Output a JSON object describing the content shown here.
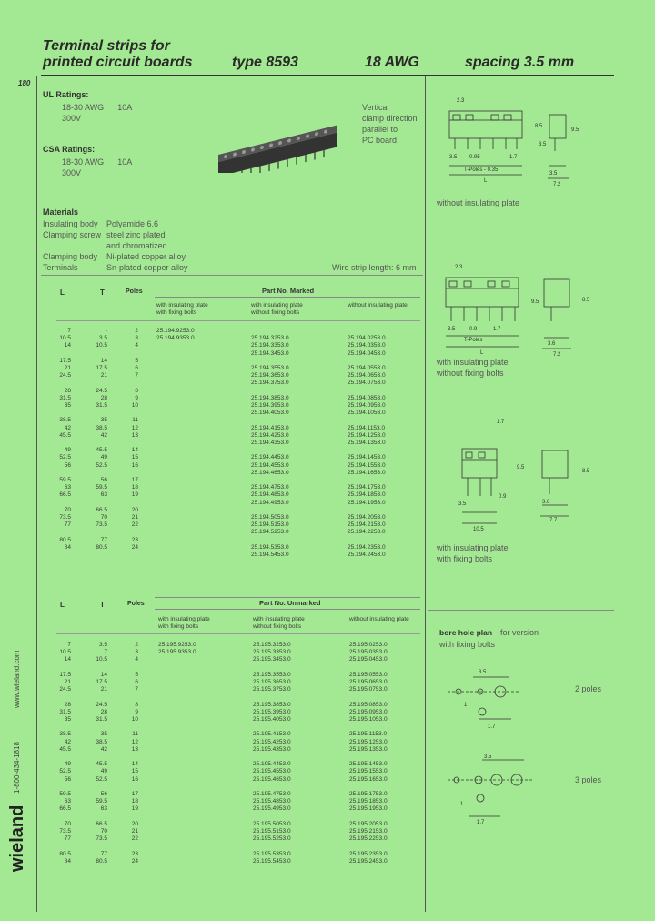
{
  "page_number": "180",
  "title": {
    "line1": "Terminal strips for",
    "line2": "printed circuit boards",
    "type": "type 8593",
    "awg": "18 AWG",
    "spacing": "spacing 3.5 mm"
  },
  "ratings": {
    "ul_heading": "UL Ratings:",
    "ul_line1": "18-30 AWG      10A",
    "ul_line2": "300V",
    "csa_heading": "CSA Ratings:",
    "csa_line1": "18-30 AWG      10A",
    "csa_line2": "300V"
  },
  "clamp_note": {
    "line1": "Vertical",
    "line2": "clamp direction",
    "line3": "parallel to",
    "line4": "PC board"
  },
  "materials": {
    "heading": "Materials",
    "rows": [
      {
        "label": "Insulating body",
        "value": "Polyamide 6.6"
      },
      {
        "label": "Clamping screw",
        "value": "steel zinc plated"
      },
      {
        "label": "",
        "value": "and chromatized"
      },
      {
        "label": "Clamping body",
        "value": "Ni-plated copper alloy"
      },
      {
        "label": "Terminals",
        "value": "Sn-plated copper alloy"
      }
    ],
    "strip_length": "Wire strip length: 6 mm"
  },
  "marked": {
    "col_L": "L",
    "col_T": "T",
    "col_poles": "Poles",
    "part_no_heading": "Part No. Marked",
    "sub1": "with insulating plate\nwith fixing bolts",
    "sub2": "with insulating plate\nwithout fixing bolts",
    "sub3": "without insulating plate",
    "L": "7\n10.5\n14\n\n17.5\n21\n24.5\n\n28\n31.5\n35\n\n38.5\n42\n45.5\n\n49\n52.5\n56\n\n59.5\n63\n66.5\n\n70\n73.5\n77\n\n80.5\n84",
    "T": "-\n3.5\n10.5\n\n14\n17.5\n21\n\n24.5\n28\n31.5\n\n35\n38.5\n42\n\n45.5\n49\n52.5\n\n56\n59.5\n63\n\n66.5\n70\n73.5\n\n77\n80.5",
    "P": "2\n3\n4\n\n5\n6\n7\n\n8\n9\n10\n\n11\n12\n13\n\n14\n15\n16\n\n17\n18\n19\n\n20\n21\n22\n\n23\n24",
    "A": "25.194.9253.0\n25.194.9353.0",
    "B": "\n25.194.3253.0\n25.194.3353.0\n25.194.3453.0\n\n25.194.3553.0\n25.194.3653.0\n25.194.3753.0\n\n25.194.3853.0\n25.194.3953.0\n25.194.4053.0\n\n25.194.4153.0\n25.194.4253.0\n25.194.4353.0\n\n25.194.4453.0\n25.194.4553.0\n25.194.4653.0\n\n25.194.4753.0\n25.194.4853.0\n25.194.4953.0\n\n25.194.5053.0\n25.194.5153.0\n25.194.5253.0\n\n25.194.5353.0\n25.194.5453.0",
    "C": "\n25.194.0253.0\n25.194.0353.0\n25.194.0453.0\n\n25.194.0553.0\n25.194.0653.0\n25.194.0753.0\n\n25.194.0853.0\n25.194.0953.0\n25.194.1053.0\n\n25.194.1153.0\n25.194.1253.0\n25.194.1353.0\n\n25.194.1453.0\n25.194.1553.0\n25.194.1653.0\n\n25.194.1753.0\n25.194.1853.0\n25.194.1953.0\n\n25.194.2053.0\n25.194.2153.0\n25.194.2253.0\n\n25.194.2353.0\n25.194.2453.0"
  },
  "unmarked": {
    "col_L": "L",
    "col_T": "T",
    "col_poles": "Poles",
    "part_no_heading": "Part No. Unmarked",
    "sub1": "with insulating plate\nwith fixing bolts",
    "sub2": "with insulating plate\nwithout fixing bolts",
    "sub3": "without insulating plate",
    "L": "7\n10.5\n14\n\n17.5\n21\n24.5\n\n28\n31.5\n35\n\n38.5\n42\n45.5\n\n49\n52.5\n56\n\n59.5\n63\n66.5\n\n70\n73.5\n77\n\n80.5\n84",
    "T": "3.5\n7\n10.5\n\n14\n17.5\n21\n\n24.5\n28\n31.5\n\n35\n38.5\n42\n\n45.5\n49\n52.5\n\n56\n59.5\n63\n\n66.5\n70\n73.5\n\n77\n80.5",
    "P": "2\n3\n4\n\n5\n6\n7\n\n8\n9\n10\n\n11\n12\n13\n\n14\n15\n16\n\n17\n18\n19\n\n20\n21\n22\n\n23\n24",
    "A": "25.195.9253.0\n25.195.9353.0",
    "B": "25.195.3253.0\n25.195.3353.0\n25.195.3453.0\n\n25.195.3553.0\n25.195.3653.0\n25.195.3753.0\n\n25.195.3853.0\n25.195.3953.0\n25.195.4053.0\n\n25.195.4153.0\n25.195.4253.0\n25.195.4353.0\n\n25.195.4453.0\n25.195.4553.0\n25.195.4653.0\n\n25.195.4753.0\n25.195.4853.0\n25.195.4953.0\n\n25.195.5053.0\n25.195.5153.0\n25.195.5253.0\n\n25.195.5353.0\n25.195.5453.0",
    "C": "25.195.0253.0\n25.195.0353.0\n25.195.0453.0\n\n25.195.0553.0\n25.195.0653.0\n25.195.0753.0\n\n25.195.0853.0\n25.195.0953.0\n25.195.1053.0\n\n25.195.1153.0\n25.195.1253.0\n25.195.1353.0\n\n25.195.1453.0\n25.195.1553.0\n25.195.1653.0\n\n25.195.1753.0\n25.195.1853.0\n25.195.1953.0\n\n25.195.2053.0\n25.195.2153.0\n25.195.2253.0\n\n25.195.2353.0\n25.195.2453.0"
  },
  "drawings": {
    "d1_caption": "without insulating plate",
    "d2_caption": "with insulating plate\nwithout fixing bolts",
    "d3_caption": "with insulating plate\nwith fixing bolts",
    "bore_heading": "bore hole plan",
    "bore_sub": "for version",
    "bore_sub2": "with fixing bolts",
    "bore_2poles": "2 poles",
    "bore_3poles": "3 poles",
    "dims": {
      "d1_top": "2.3",
      "d1_pitch": "3.5",
      "d1_095": "0.95",
      "d1_17": "1.7",
      "d1_len": "T-Poles - 0.35",
      "d1_L": "L",
      "d1_35": "3.5",
      "d1_72": "7.2",
      "d1_h1": "8.5",
      "d1_h2": "9.5",
      "d1_h3": "3.5",
      "d2_top": "2.3",
      "d2_35": "3.5",
      "d2_09": "0.9",
      "d2_17": "1.7",
      "d2_len": "T-Poles",
      "d2_L": "L",
      "d2_36": "3.6",
      "d2_72": "7.2",
      "d2_h1": "9.5",
      "d2_h2": "8.5",
      "d3_top": "1.7",
      "d3_35": "3.5",
      "d3_09": "0.9",
      "d3_105": "10.5",
      "d3_36": "3.6",
      "d3_77": "7.7",
      "d3_h1": "9.5",
      "d3_h2": "8.5",
      "b_35": "3.5",
      "b_1": "1",
      "b_17": "1.7"
    }
  },
  "footer": {
    "brand": "wieland",
    "phone": "1-800-434-1818",
    "web": "www.wieland.com"
  }
}
